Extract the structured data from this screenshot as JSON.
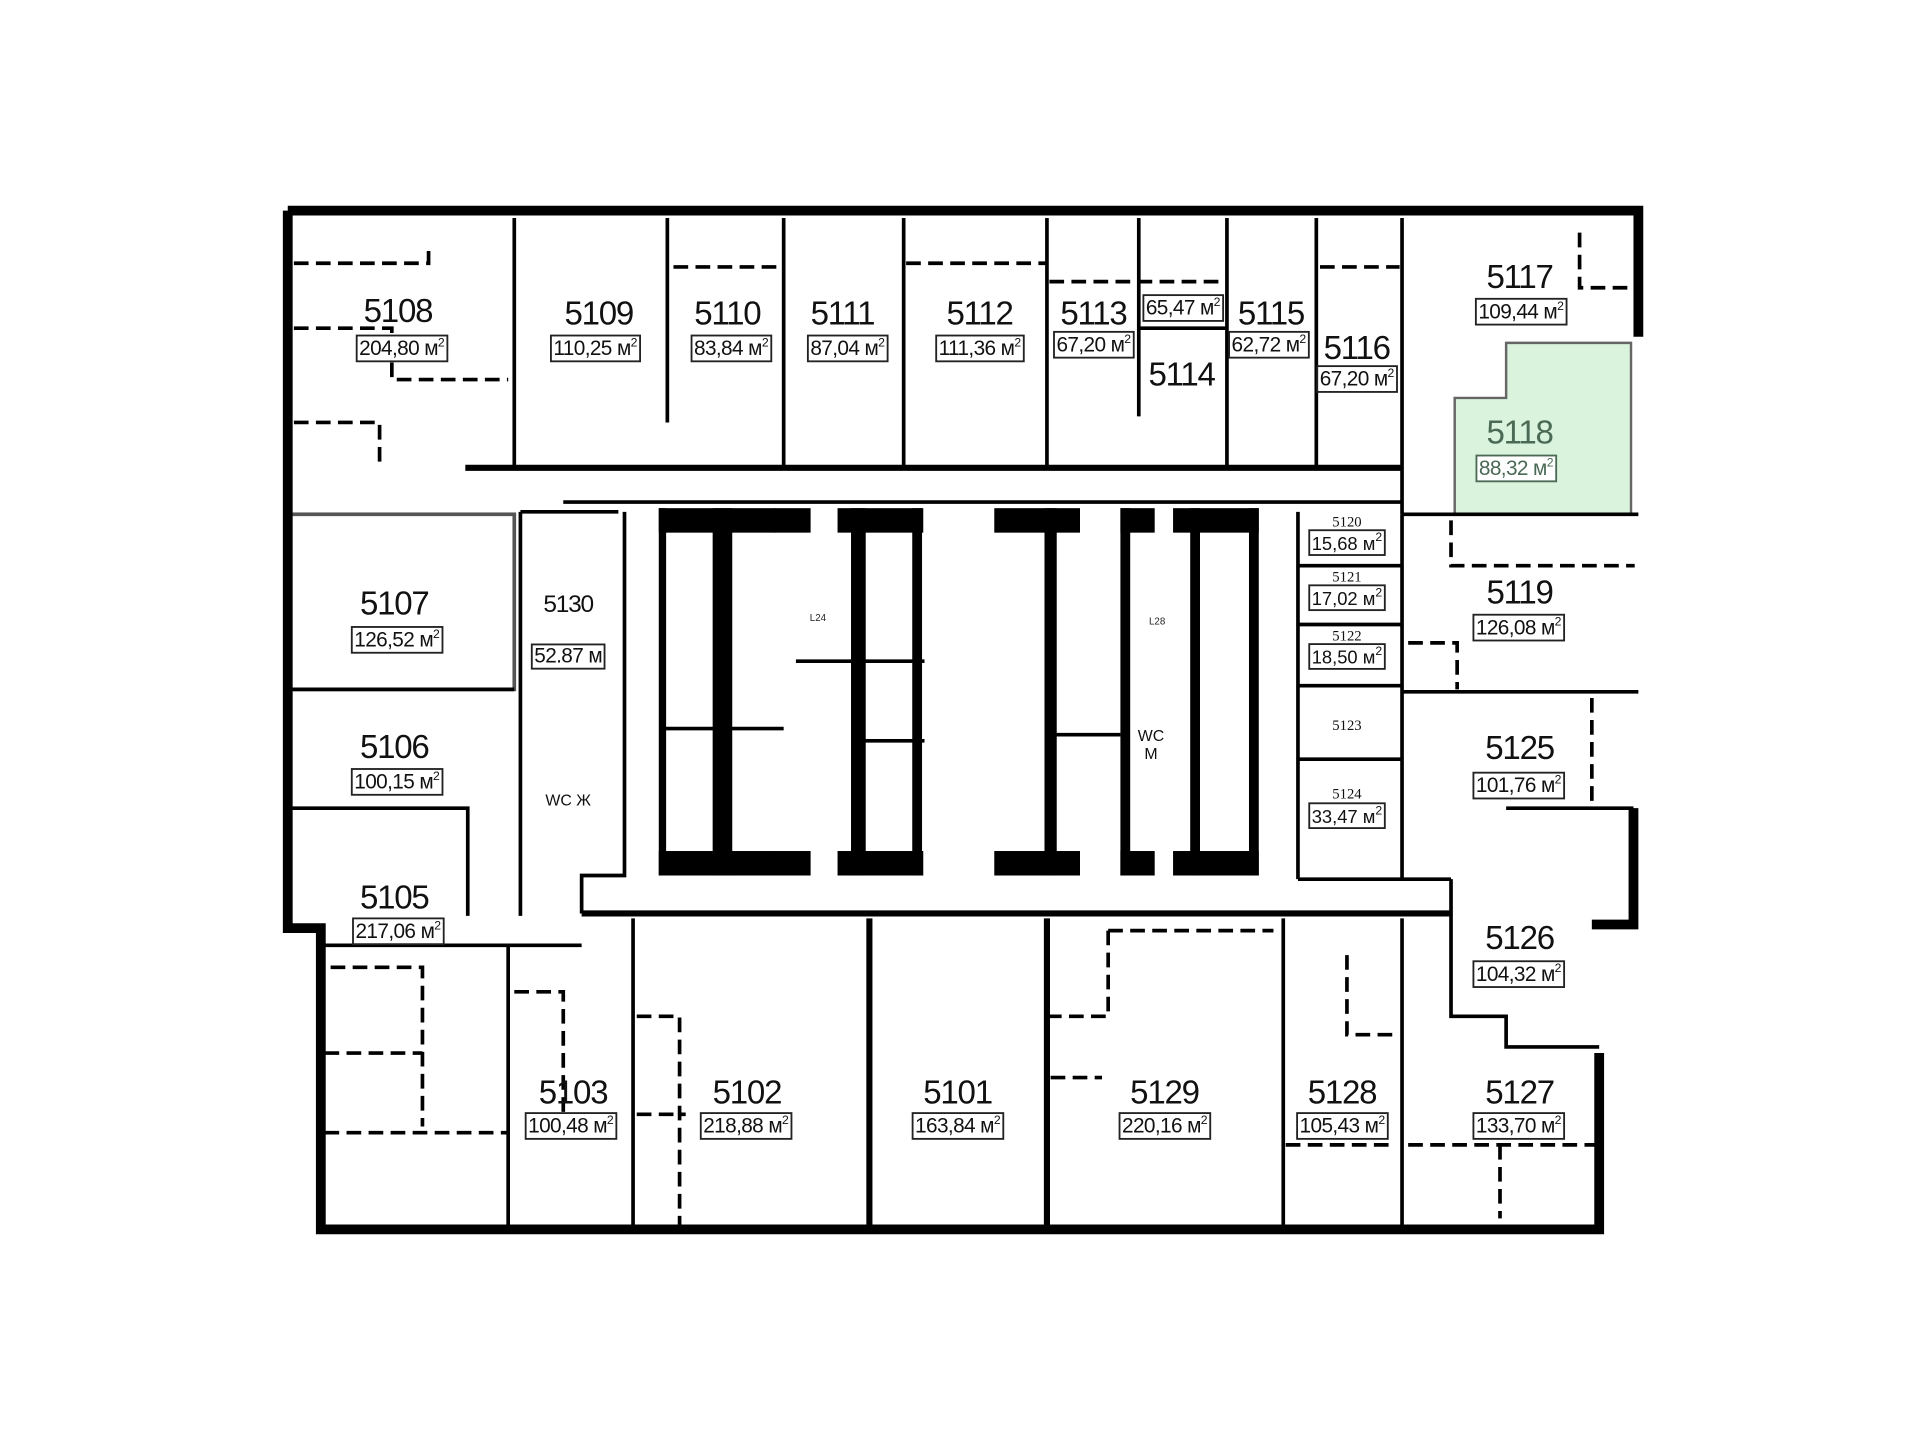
{
  "floor_plan": {
    "area_unit": "м",
    "unit_exponent": "2",
    "highlight_color": "#d9f3dd",
    "rooms": [
      {
        "id": "5108",
        "area": "204,80"
      },
      {
        "id": "5109",
        "area": "110,25"
      },
      {
        "id": "5110",
        "area": "83,84"
      },
      {
        "id": "5111",
        "area": "87,04"
      },
      {
        "id": "5112",
        "area": "111,36"
      },
      {
        "id": "5113",
        "area": "67,20"
      },
      {
        "id": "5114",
        "area": "65,47"
      },
      {
        "id": "5115",
        "area": "62,72"
      },
      {
        "id": "5116",
        "area": "67,20"
      },
      {
        "id": "5117",
        "area": "109,44"
      },
      {
        "id": "5118",
        "area": "88,32",
        "highlighted": true
      },
      {
        "id": "5119",
        "area": "126,08"
      },
      {
        "id": "5120",
        "area": "15,68"
      },
      {
        "id": "5121",
        "area": "17,02"
      },
      {
        "id": "5122",
        "area": "18,50"
      },
      {
        "id": "5123",
        "area": ""
      },
      {
        "id": "5124",
        "area": "33,47"
      },
      {
        "id": "5125",
        "area": "101,76"
      },
      {
        "id": "5126",
        "area": "104,32"
      },
      {
        "id": "5107",
        "area": "126,52"
      },
      {
        "id": "5130",
        "area": "52.87",
        "no_exponent": true
      },
      {
        "id": "5106",
        "area": "100,15"
      },
      {
        "id": "5105",
        "area": "217,06"
      },
      {
        "id": "5103",
        "area": "100,48"
      },
      {
        "id": "5102",
        "area": "218,88"
      },
      {
        "id": "5101",
        "area": "163,84"
      },
      {
        "id": "5129",
        "area": "220,16"
      },
      {
        "id": "5128",
        "area": "105,43"
      },
      {
        "id": "5127",
        "area": "133,70"
      }
    ],
    "restrooms": {
      "women": "WC Ж",
      "men_line1": "WC",
      "men_line2": "M"
    },
    "core_labels": {
      "lift_left": "L24",
      "lift_right": "L28"
    }
  }
}
